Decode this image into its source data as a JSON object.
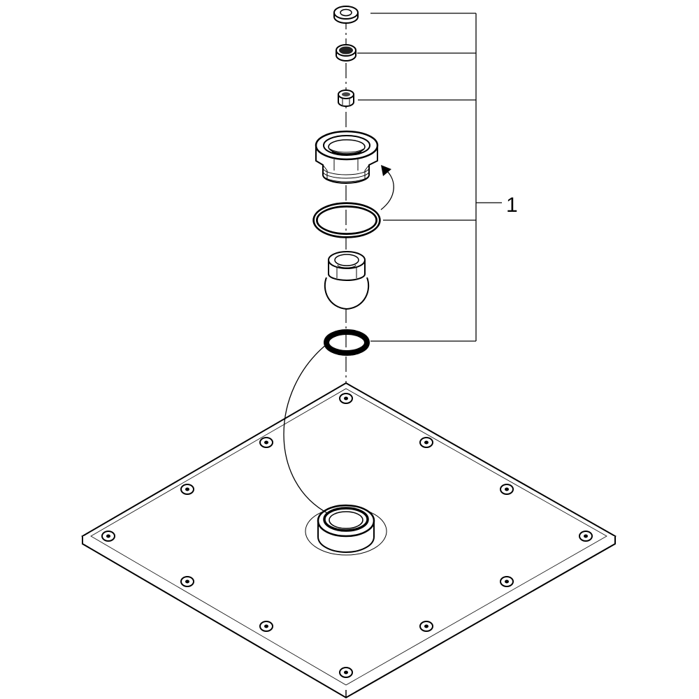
{
  "diagram": {
    "callout": {
      "number": "1"
    },
    "parts": [
      "flat-washer",
      "filter-screen",
      "flow-restrictor",
      "threaded-nut",
      "o-ring",
      "ball-joint",
      "flat-gasket",
      "square-shower-head"
    ]
  }
}
